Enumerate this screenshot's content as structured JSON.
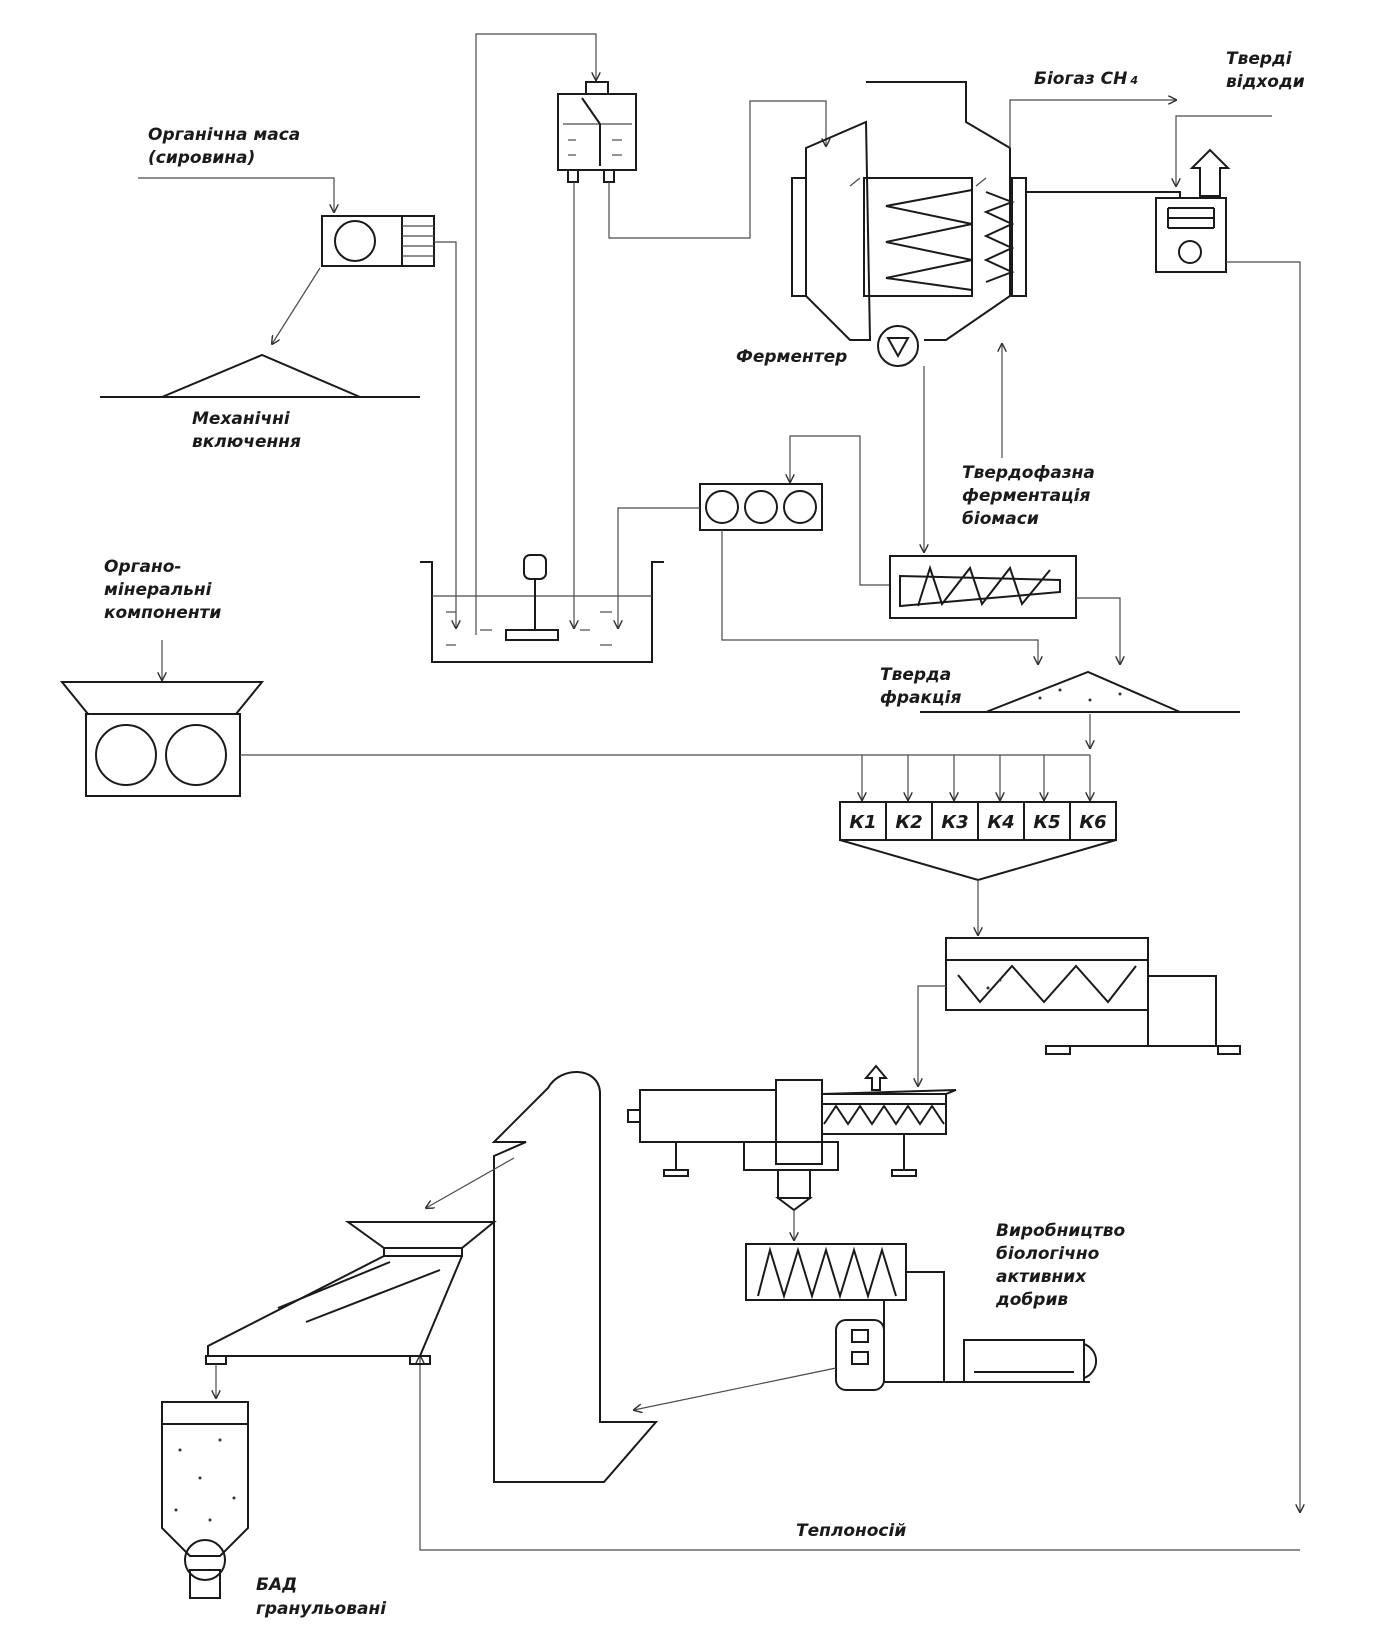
{
  "labels": {
    "organic_mass_1": "Органічна маса",
    "organic_mass_2": "(сировина)",
    "mech_1": "Механічні",
    "mech_2": "включення",
    "biogas": "Біогаз СН",
    "biogas_sub": "4",
    "solid_waste_1": "Тверді",
    "solid_waste_2": "відходи",
    "fermenter": "Ферментер",
    "ssf_1": "Твердофазна",
    "ssf_2": "ферментація",
    "ssf_3": "біомаси",
    "organomineral_1": "Органо-",
    "organomineral_2": "мінеральні",
    "organomineral_3": "компоненти",
    "solid_fraction_1": "Тверда",
    "solid_fraction_2": "фракція",
    "production_1": "Виробництво",
    "production_2": "біологічно",
    "production_3": "активних",
    "production_4": "добрив",
    "heat_carrier": "Теплоносій",
    "bad_1": "БАД",
    "bad_2": "гранульовані"
  },
  "components": [
    "К1",
    "К2",
    "К3",
    "К4",
    "К5",
    "К6"
  ]
}
